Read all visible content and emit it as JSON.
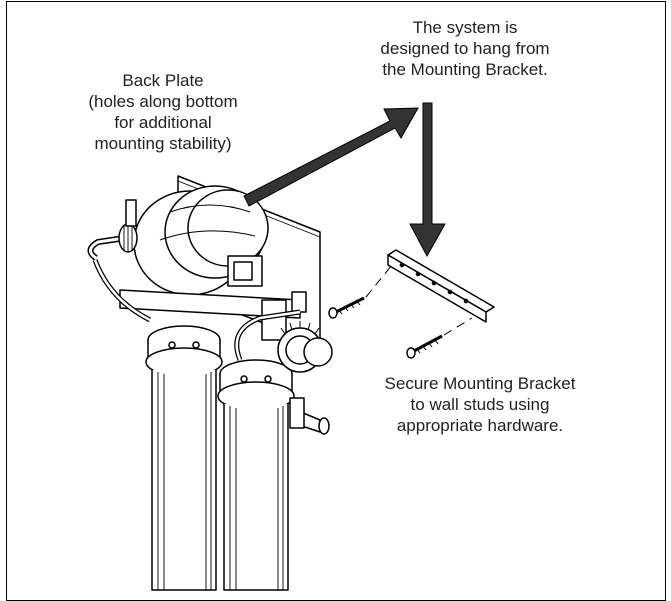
{
  "callouts": {
    "hang": {
      "lines": [
        "The system is",
        "designed to hang from",
        "the Mounting Bracket."
      ]
    },
    "back_plate": {
      "lines": [
        "Back Plate",
        "(holes along bottom",
        "for additional",
        "mounting stability)"
      ]
    },
    "secure": {
      "lines": [
        "Secure Mounting Bracket",
        "to wall studs using",
        "appropriate hardware."
      ]
    }
  },
  "colors": {
    "line": "#000000",
    "arrow_fill": "#333333",
    "text": "#231f20"
  }
}
